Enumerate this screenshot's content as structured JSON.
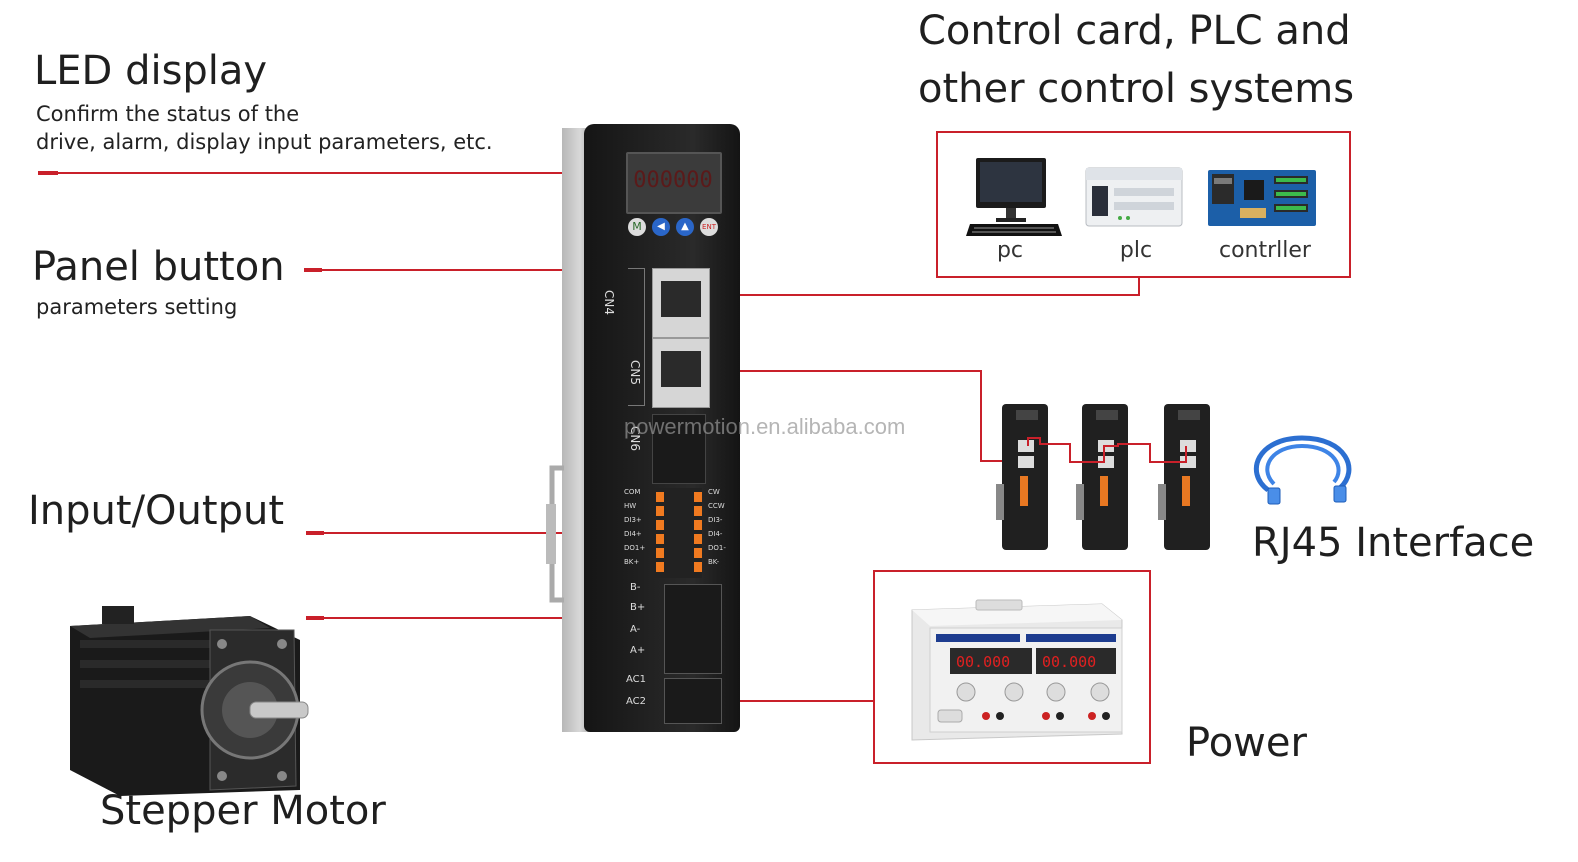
{
  "labels": {
    "led_title": "LED display",
    "led_desc_1": "Confirm the status of the",
    "led_desc_2": "drive, alarm, display input parameters, etc.",
    "panel_title": "Panel button",
    "panel_desc": "parameters setting",
    "io_title": "Input/Output",
    "motor_title": "Stepper Motor",
    "control_title_1": "Control card, PLC and",
    "control_title_2": "other control systems",
    "rj45_title": "RJ45 Interface",
    "power_title": "Power"
  },
  "control_devices": [
    "pc",
    "plc",
    "contrller"
  ],
  "watermark": "powermotion.en.alibaba.com",
  "drive": {
    "led_readout": "000000",
    "buttons": [
      "M",
      "◀",
      "▲",
      "ENT"
    ],
    "ports": [
      "CN4",
      "CN5",
      "CN6"
    ],
    "io_left": [
      "COM",
      "HW",
      "DI3+",
      "DI4+",
      "DO1+",
      "BK+"
    ],
    "io_right": [
      "CW",
      "CCW",
      "DI3-",
      "DI4-",
      "DO1-",
      "BK-"
    ],
    "motor_pins": [
      "B-",
      "B+",
      "A-",
      "A+"
    ],
    "ac_pins": [
      "AC1",
      "AC2"
    ]
  },
  "psu": {
    "readouts": [
      "00.000",
      "00.000"
    ]
  },
  "colors": {
    "accent": "#c9202a",
    "drive_body": "#1e1e1e",
    "led": "#d11"
  }
}
